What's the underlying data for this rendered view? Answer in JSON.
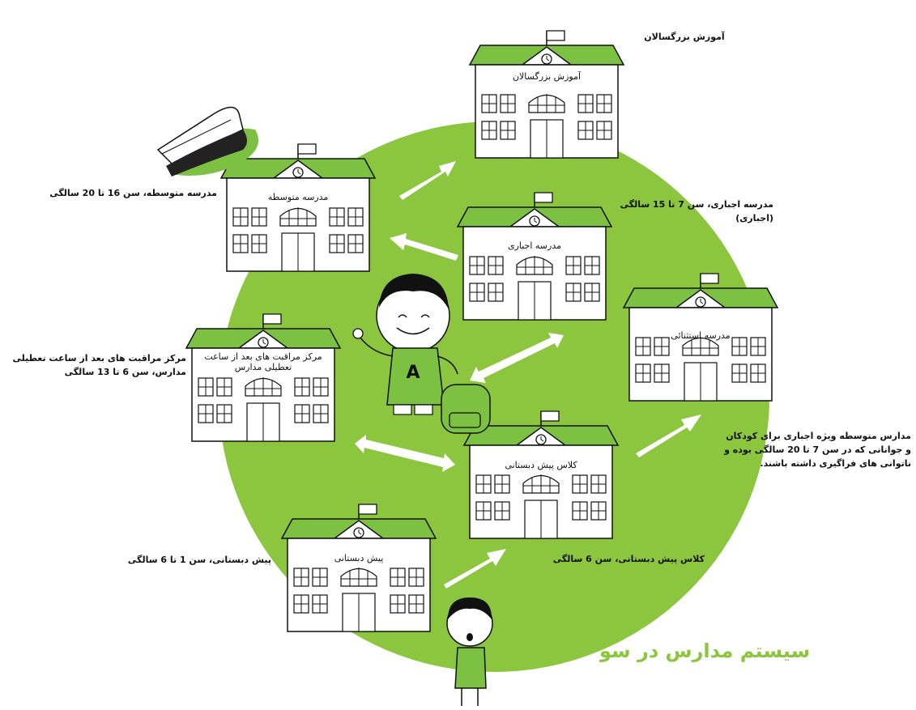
{
  "title": "سیستم مدارس در سو",
  "labels": {
    "adult_education": "آموزش بزرگسالان",
    "secondary": "مدرسه متوسطه، سن 16 تا 20 سالگی",
    "compulsory": "مدرسه اجباری، سن 7 تا 15 سالگی (اجباری)",
    "after_school": "مرکز مراقبت های بعد از ساعت تعطیلی مدارس، سن 6 تا 13 سالگی",
    "special": "مدارس متوسطه ویژه اجباری برای کودکان و جوانانی که در سن 7 تا 20 سالگی بوده و ناتوانی های فراگیری داشته باشند.",
    "preschool_class": "کلاس پیش دبستانی، سن 6 سالگی",
    "preschool": "پیش دبستانی، سن 1 تا 6 سالگی"
  },
  "buildings": {
    "adult_education": "آموزش بزرگسالان",
    "secondary": "مدرسه متوسطه",
    "compulsory": "مدرسه اجباری",
    "after_school": "مرکز مراقبت های بعد از ساعت تعطیلی مدارس",
    "special": "مدرسه استثنائی",
    "preschool_class": "کلاس پیش دبستانی",
    "preschool": "پیش دبستانی"
  },
  "shirt_letter": "A",
  "colors": {
    "green": "#8cc63f",
    "roof": "#7dc142",
    "ink": "#111111"
  }
}
